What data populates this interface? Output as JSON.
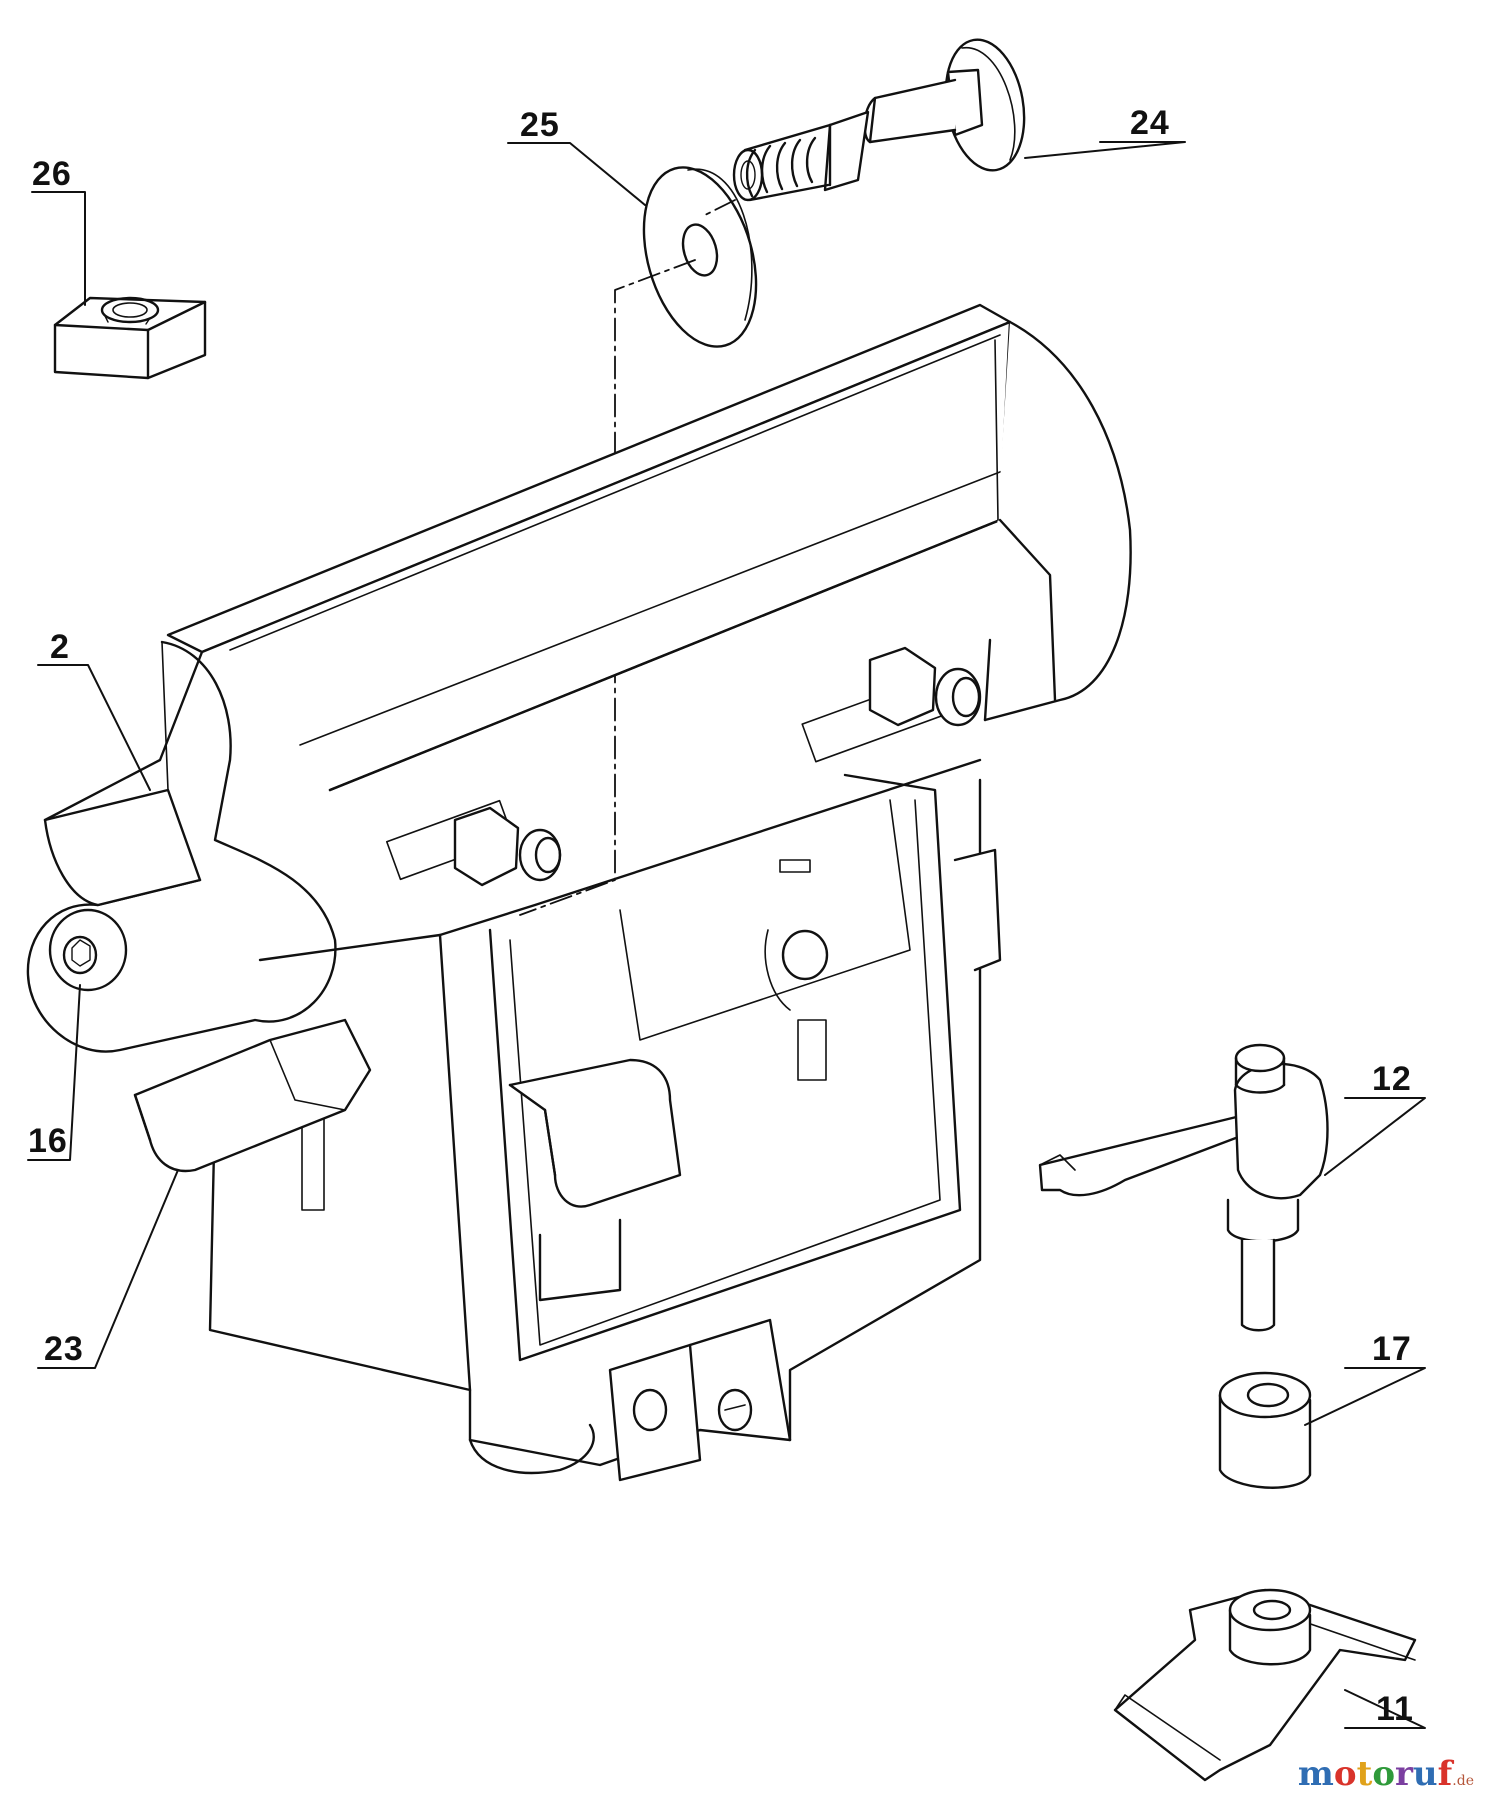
{
  "diagram": {
    "callouts": [
      {
        "id": "26",
        "label": "26",
        "part": "square-nut"
      },
      {
        "id": "25",
        "label": "25",
        "part": "flat-washer"
      },
      {
        "id": "24",
        "label": "24",
        "part": "carriage-bolt"
      },
      {
        "id": "2",
        "label": "2",
        "part": "bracket-housing"
      },
      {
        "id": "16",
        "label": "16",
        "part": "hex-socket-screw"
      },
      {
        "id": "23",
        "label": "23",
        "part": "clamp-lever"
      },
      {
        "id": "12",
        "label": "12",
        "part": "locking-lever"
      },
      {
        "id": "17",
        "label": "17",
        "part": "spacer"
      },
      {
        "id": "11",
        "label": "11",
        "part": "clamp-plate"
      }
    ]
  },
  "watermark": {
    "letters": [
      {
        "ch": "m",
        "color": "#2f6db3"
      },
      {
        "ch": "o",
        "color": "#d9332b"
      },
      {
        "ch": "t",
        "color": "#e0a21b"
      },
      {
        "ch": "o",
        "color": "#2f9a3a"
      },
      {
        "ch": "r",
        "color": "#7b3fa0"
      },
      {
        "ch": "u",
        "color": "#2f6db3"
      },
      {
        "ch": "f",
        "color": "#d9332b"
      }
    ],
    "suffix": ".de"
  }
}
